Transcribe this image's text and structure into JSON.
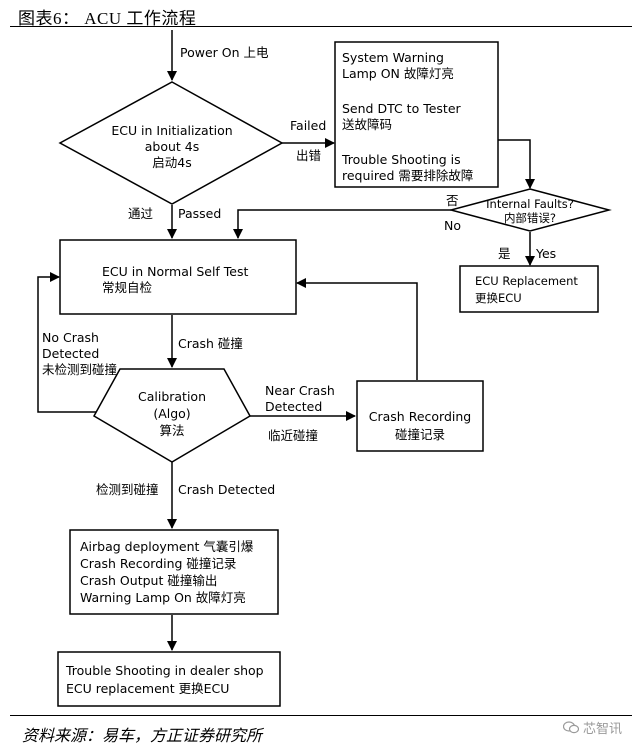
{
  "figure_title": "图表6：  ACU 工作流程",
  "source": "资料来源：易车，方正证券研究所",
  "watermark": "芯智讯",
  "nodes": {
    "init": {
      "line1": "ECU in Initialization",
      "line2": "about 4s",
      "line3": "启动4s"
    },
    "warning_box": {
      "line1": "System Warning",
      "line2": "Lamp ON 故障灯亮",
      "line3": "Send DTC to Tester",
      "line4": "送故障码",
      "line5": "Trouble Shooting is",
      "line6": "required 需要排除故障"
    },
    "internal_faults": {
      "line1": "Internal Faults?",
      "line2": "内部错误?"
    },
    "ecu_replacement": {
      "line1": "ECU Replacement",
      "line2": "更换ECU"
    },
    "self_test": {
      "line1": "ECU in Normal Self Test",
      "line2": "常规自检"
    },
    "calibration": {
      "line1": "Calibration",
      "line2": "(Algo)",
      "line3": "算法"
    },
    "crash_recording": {
      "line1": "Crash Recording",
      "line2": "碰撞记录"
    },
    "airbag_box": {
      "line1": "Airbag deployment 气囊引爆",
      "line2": "Crash Recording 碰撞记录",
      "line3": "Crash Output  碰撞输出",
      "line4": "Warning Lamp On 故障灯亮"
    },
    "dealer_box": {
      "line1": "Trouble Shooting in dealer shop",
      "line2": "ECU replacement   更换ECU"
    }
  },
  "edge_labels": {
    "power_on": "Power On 上电",
    "failed": "Failed",
    "failed_cn": "出错",
    "passed": "Passed",
    "passed_cn": "通过",
    "no_cn": "否",
    "no": "No",
    "yes_cn": "是",
    "yes": "Yes",
    "crash": "Crash 碰撞",
    "no_crash_1": "No Crash",
    "no_crash_2": "Detected",
    "no_crash_3": "未检测到碰撞",
    "near_crash_1": "Near Crash",
    "near_crash_2": "Detected",
    "near_crash_cn": "临近碰撞",
    "crash_detected": "Crash Detected",
    "crash_detected_cn": "检测到碰撞"
  }
}
